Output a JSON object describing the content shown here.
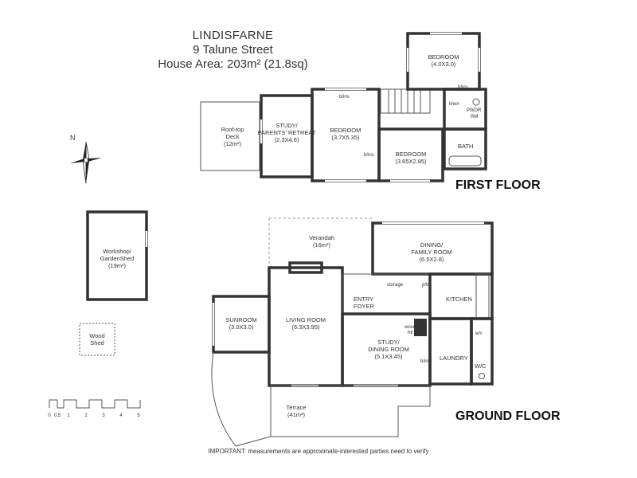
{
  "header": {
    "property_name": "LINDISFARNE",
    "address": "9 Talune Street",
    "house_area": "House Area: 203m² (21.8sq)"
  },
  "floors": {
    "first": "FIRST FLOOR",
    "ground": "GROUND FLOOR"
  },
  "compass": {
    "label": "N"
  },
  "first_floor_rooms": {
    "bedroom_top": {
      "name": "BEDROOM",
      "dims": "(4.0X3.0)"
    },
    "study_retreat": {
      "name": "STUDY/",
      "name2": "PARENTS' RETREAT",
      "dims": "(2.3X4.6)"
    },
    "bedroom_main": {
      "name": "BEDROOM",
      "dims": "(3.7X5.35)"
    },
    "bedroom_small": {
      "name": "BEDROOM",
      "dims": "(3.65X2.85)"
    },
    "rooftop_deck": {
      "name": "Roof-top",
      "name2": "Deck",
      "area": "(12m²)"
    },
    "pwdr": {
      "name": "PWDR",
      "name2": "RM"
    },
    "bath": {
      "name": "BATH"
    },
    "linen": "linen",
    "bins_a": "b/ins",
    "bins_b": "b/ins",
    "bins_c": "b/ins"
  },
  "ground_floor_rooms": {
    "verandah": {
      "name": "Verandah",
      "area": "(16m²)"
    },
    "dining_family": {
      "name": "DINING/",
      "name2": "FAMILY ROOM",
      "dims": "(6.5X2.8)"
    },
    "sunroom": {
      "name": "SUNROOM",
      "dims": "(3.0X3.0)"
    },
    "living": {
      "name": "LIVING ROOM",
      "dims": "(6.3X3.95)"
    },
    "entry": {
      "name": "ENTRY",
      "name2": "FOYER"
    },
    "storage": "storage",
    "pantry": "p/try",
    "kitchen": "KITCHEN",
    "study_dining": {
      "name": "STUDY/",
      "name2": "DINING ROOM",
      "dims": "(5.1X3.45)"
    },
    "wood_htr": {
      "name": "wood",
      "name2": "htr"
    },
    "bins": "b/ins",
    "laundry": "LAUNDRY",
    "wc": "W/C",
    "wc_small": "w/c",
    "terrace": {
      "name": "Terrace",
      "area": "(41m²)"
    }
  },
  "outbuildings": {
    "workshop": {
      "name": "Workshop/",
      "name2": "GardenShed",
      "area": "(19m²)"
    },
    "woodshed": {
      "name": "Wood",
      "name2": "Shed"
    }
  },
  "scale_bar": {
    "ticks": [
      "0",
      "0.5",
      "1",
      "2",
      "3",
      "4",
      "5"
    ]
  },
  "disclaimer": "IMPORTANT: measurements are approximate-interested parties need to verify"
}
